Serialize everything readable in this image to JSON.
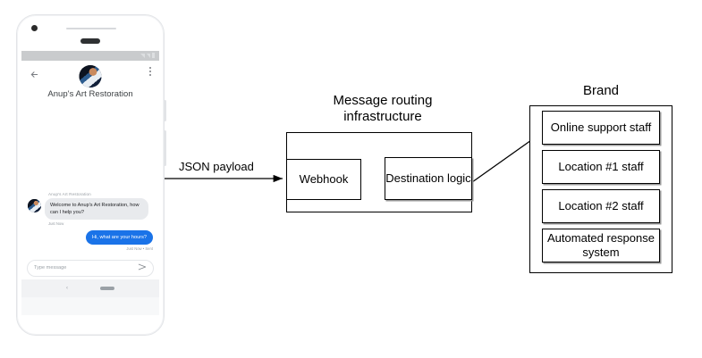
{
  "phone": {
    "app_header": {
      "title": "Anup's Art Restoration",
      "back_icon": "back-arrow-icon",
      "menu_icon": "kebab-menu-icon",
      "avatar": "brand-avatar"
    },
    "conversation": {
      "sender_name": "Anup's Art Restoration",
      "incoming_message": "Welcome to Anup's Art Restoration, how can I help you?",
      "incoming_timestamp": "Just Now",
      "outgoing_message": "Hi, what are your hours?",
      "outgoing_timestamp": "Just Now • Sent"
    },
    "composer": {
      "placeholder": "Type message",
      "send_icon": "send-icon"
    },
    "nav": {
      "back_glyph": "‹",
      "home_indicator": "home-indicator"
    }
  },
  "diagram": {
    "edges": [
      {
        "label": "JSON payload"
      }
    ],
    "infrastructure": {
      "caption": "Message routing infrastructure",
      "nodes": [
        {
          "label": "Webhook"
        },
        {
          "label": "Destination logic"
        }
      ]
    },
    "brand": {
      "caption": "Brand",
      "items": [
        {
          "label": "Online support staff"
        },
        {
          "label": "Location #1 staff"
        },
        {
          "label": "Location #2 staff"
        },
        {
          "label": "Automated response system"
        }
      ]
    }
  },
  "colors": {
    "outgoing_bubble": "#1a73e8",
    "incoming_bubble": "#e8eaed",
    "stroke": "#000000",
    "shadow": "#9a9a9a"
  }
}
